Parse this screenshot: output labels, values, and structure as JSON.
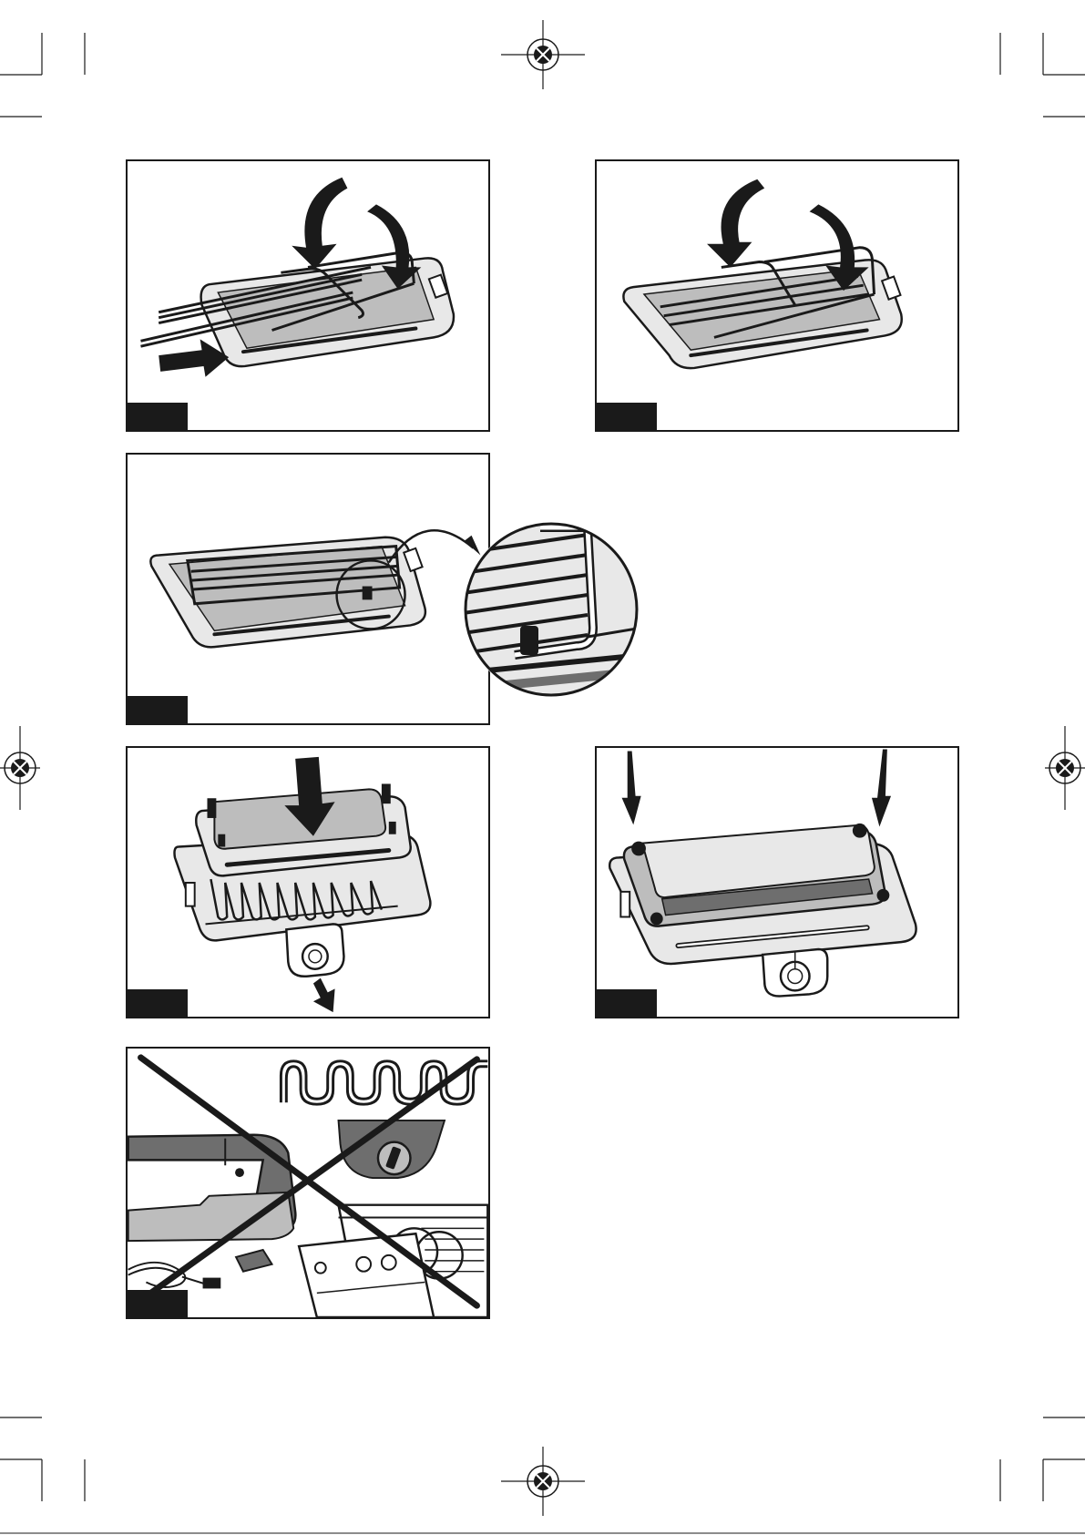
{
  "page": {
    "background": "#ffffff",
    "ink": "#1a1a1a",
    "panel_fill": "#ffffff",
    "metal_light": "#e8e8e8",
    "metal_mid": "#bdbdbd",
    "metal_dark": "#6e6e6e"
  },
  "figures": [
    {
      "id": "fig-1",
      "label": "",
      "icons": [
        "arrow-down-icon",
        "arrow-right-icon",
        "grill-rack-icon",
        "drip-tray-icon"
      ]
    },
    {
      "id": "fig-2",
      "label": "",
      "icons": [
        "arrow-down-icon",
        "grill-rack-icon",
        "drip-tray-icon"
      ]
    },
    {
      "id": "fig-3",
      "label": "",
      "icons": [
        "magnifier-detail-icon",
        "grill-rack-icon",
        "drip-tray-icon"
      ]
    },
    {
      "id": "fig-4",
      "label": "",
      "icons": [
        "arrow-down-icon",
        "heating-element-icon",
        "control-knob-icon",
        "grill-plate-icon"
      ]
    },
    {
      "id": "fig-5",
      "label": "",
      "icons": [
        "arrow-down-icon",
        "grill-plate-icon",
        "control-knob-icon"
      ]
    },
    {
      "id": "fig-6",
      "label": "",
      "icons": [
        "do-not-cross-icon",
        "heating-element-icon",
        "control-knob-icon",
        "dishwasher-icon",
        "power-cord-icon"
      ]
    }
  ]
}
